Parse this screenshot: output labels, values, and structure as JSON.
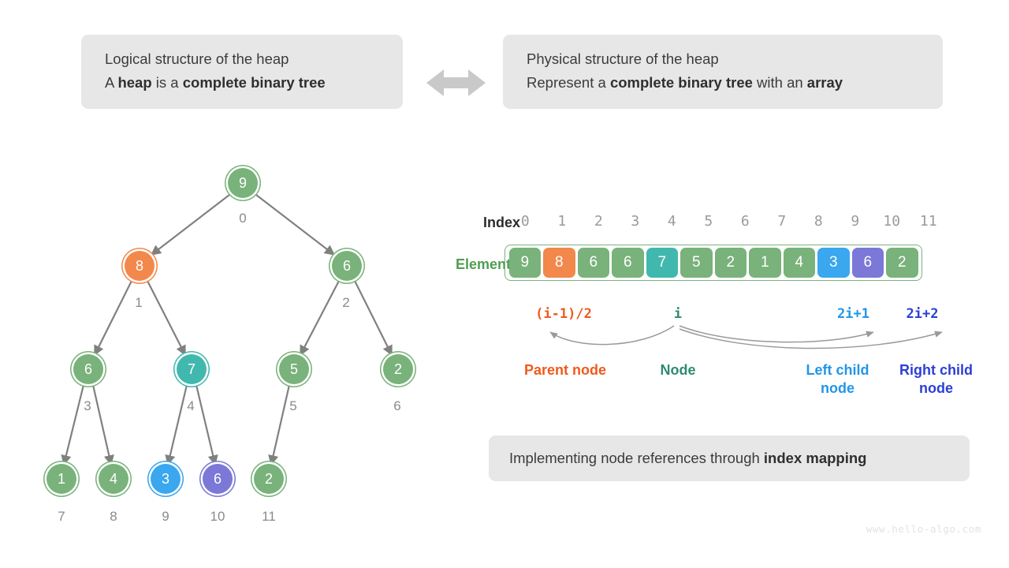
{
  "colors": {
    "green": "#79b27a",
    "orange": "#f2884b",
    "teal": "#41b8ae",
    "blue": "#3aa7ef",
    "purple": "#7b78d8",
    "parent_text": "#ef5a1e",
    "node_text": "#2e8b72",
    "left_child_text": "#2196e8",
    "right_child_text": "#2b3fd6",
    "box_bg": "#e7e7e7",
    "edge": "#808080"
  },
  "captions": {
    "logical": {
      "line1": "Logical structure of the heap",
      "line2_pre": "A ",
      "line2_b1": "heap",
      "line2_mid": " is a ",
      "line2_b2": "complete binary tree"
    },
    "physical": {
      "line1": "Physical structure of the heap",
      "line2_pre": "Represent a ",
      "line2_b1": "complete binary tree",
      "line2_mid": " with an ",
      "line2_b2": "array"
    },
    "footer": {
      "pre": "Implementing node references through ",
      "bold": "index mapping"
    }
  },
  "tree": {
    "nodes": [
      {
        "value": "9",
        "index": "0",
        "color": "green"
      },
      {
        "value": "8",
        "index": "1",
        "color": "orange"
      },
      {
        "value": "6",
        "index": "2",
        "color": "green"
      },
      {
        "value": "6",
        "index": "3",
        "color": "green"
      },
      {
        "value": "7",
        "index": "4",
        "color": "teal"
      },
      {
        "value": "5",
        "index": "5",
        "color": "green"
      },
      {
        "value": "2",
        "index": "6",
        "color": "green"
      },
      {
        "value": "1",
        "index": "7",
        "color": "green"
      },
      {
        "value": "4",
        "index": "8",
        "color": "green"
      },
      {
        "value": "3",
        "index": "9",
        "color": "blue"
      },
      {
        "value": "6",
        "index": "10",
        "color": "purple"
      },
      {
        "value": "2",
        "index": "11",
        "color": "green"
      }
    ]
  },
  "array": {
    "index_label": "Index",
    "element_label": "Element",
    "indices": [
      "0",
      "1",
      "2",
      "3",
      "4",
      "5",
      "6",
      "7",
      "8",
      "9",
      "10",
      "11"
    ],
    "elements": [
      {
        "value": "9",
        "color": "green"
      },
      {
        "value": "8",
        "color": "orange"
      },
      {
        "value": "6",
        "color": "green"
      },
      {
        "value": "6",
        "color": "green"
      },
      {
        "value": "7",
        "color": "teal"
      },
      {
        "value": "5",
        "color": "green"
      },
      {
        "value": "2",
        "color": "green"
      },
      {
        "value": "1",
        "color": "green"
      },
      {
        "value": "4",
        "color": "green"
      },
      {
        "value": "3",
        "color": "blue"
      },
      {
        "value": "6",
        "color": "purple"
      },
      {
        "value": "2",
        "color": "green"
      }
    ]
  },
  "mapping": {
    "parent_formula": "(i-1)/2",
    "node_formula": "i",
    "left_formula": "2i+1",
    "right_formula": "2i+2",
    "parent_label": "Parent node",
    "node_label": "Node",
    "left_label": "Left child\nnode",
    "right_label": "Right child\nnode"
  },
  "watermark": "www.hello-algo.com"
}
